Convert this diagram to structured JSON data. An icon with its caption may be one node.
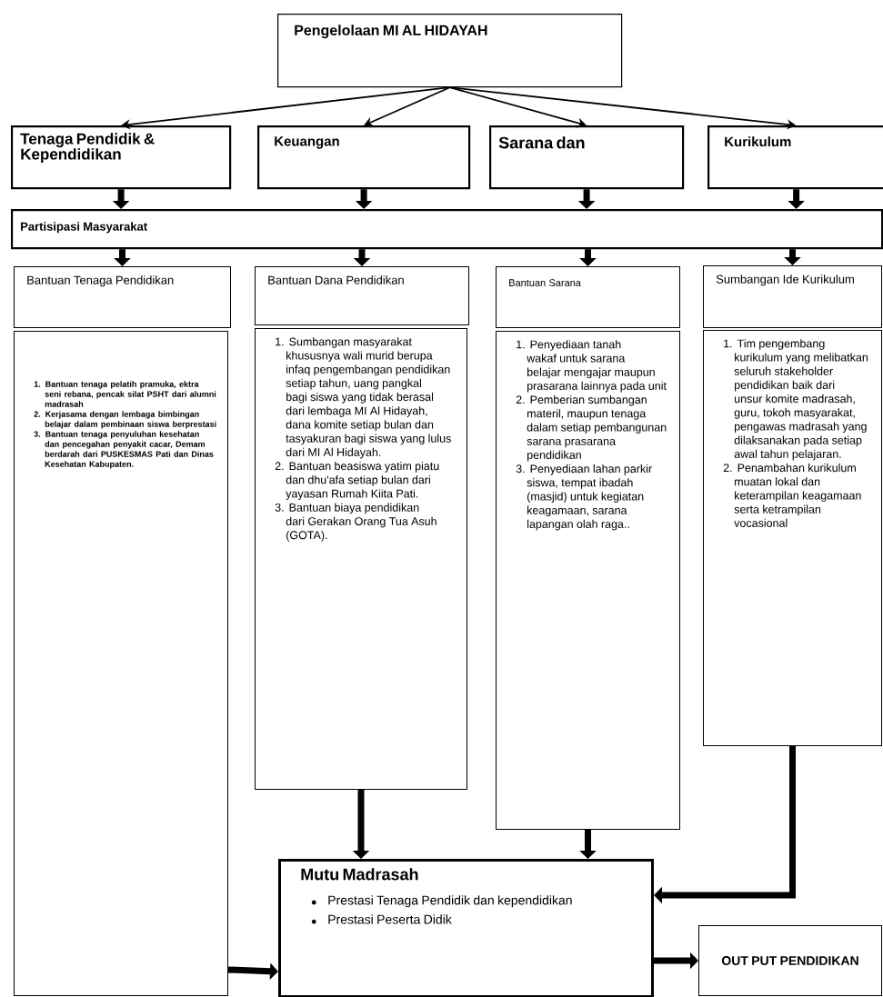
{
  "diagram": {
    "nodes": [
      {
        "text": [
          "Pengelolaan MI AL HIDAYAH"
        ]
      },
      {
        "text": [
          "Tenaga Pendidik & Kependidikan"
        ]
      },
      {
        "text": [
          "Keuangan"
        ]
      },
      {
        "text": [
          "Sarana dan"
        ]
      },
      {
        "text": [
          "Kurikulum"
        ]
      },
      {
        "text": [
          "Partisipasi Masyarakat"
        ]
      },
      {
        "text": [
          "Bantuan Tenaga Pendidikan"
        ]
      },
      {
        "text": [
          "1. Bantuan tenaga pelatih pramuka, ektra seni rebana, pencak silat PSHT dari alumni madrasah",
          "2. Kerjasama dengan lembaga bimbingan belajar dalam pembinaan siswa berprestasi",
          "3. Bantuan tenaga penyuluhan kesehatan dan pencegahan penyakit cacar, Demam berdarah dari PUSKESMAS Pati dan Dinas Kesehatan Kabupaten."
        ]
      },
      {
        "text": [
          "Bantuan Dana Pendidikan"
        ]
      },
      {
        "text": [
          "1. Sumbangan masyarakat khususnya wali murid berupa infaq pengembangan pendidikan setiap tahun, uang pangkal bagi siswa yang tidak berasal dari lembaga MI Al Hidayah, dana komite setiap bulan dan tasyakuran bagi siswa yang lulus dari MI Al Hidayah.",
          "2. Bantuan beasiswa yatim piatu dan dhu'afa setiap bulan dari yayasan Rumah Kiita Pati.",
          "3. Bantuan biaya pendidikan dari Gerakan Orang Tua Asuh (GOTA)."
        ]
      },
      {
        "text": [
          "Bantuan Sarana"
        ]
      },
      {
        "text": [
          "1. Penyediaan tanah wakaf untuk sarana belajar mengajar maupun prasarana lainnya pada unit",
          "2. Pemberian sumbangan materil, maupun tenaga dalam setiap pembangunan sarana prasarana pendidikan",
          "3. Penyediaan lahan parkir siswa, tempat ibadah (masjid) untuk kegiatan keagamaan, sarana lapangan olah raga.."
        ]
      },
      {
        "text": [
          "Sumbangan Ide Kurikulum"
        ]
      },
      {
        "text": [
          "1. Tim pengembang kurikulum yang melibatkan seluruh stakeholder pendidikan baik dari unsur komite madrasah, guru, tokoh masyarakat, pengawas madrasah yang dilaksanakan pada setiap awal tahun pelajaran.",
          "2. Penambahan kurikulum muatan lokal dan keterampilan keagamaan serta ketrampilan vocasional"
        ]
      },
      {
        "text": [
          "Mutu Madrasah",
          "Prestasi Tenaga Pendidik dan kependidikan",
          "Prestasi Peserta Didik"
        ]
      },
      {
        "text": [
          "OUT PUT PENDIDIKAN"
        ]
      }
    ],
    "edges": [
      {
        "from": 0,
        "to": 1,
        "arrow": "to"
      },
      {
        "from": 0,
        "to": 2,
        "arrow": "to"
      },
      {
        "from": 0,
        "to": 3,
        "arrow": "to"
      },
      {
        "from": 0,
        "to": 4,
        "arrow": "to"
      },
      {
        "from": 1,
        "to": 5,
        "arrow": "to"
      },
      {
        "from": 2,
        "to": 5,
        "arrow": "to"
      },
      {
        "from": 3,
        "to": 5,
        "arrow": "to"
      },
      {
        "from": 4,
        "to": 5,
        "arrow": "to"
      },
      {
        "from": 5,
        "to": 6,
        "arrow": "to"
      },
      {
        "from": 5,
        "to": 8,
        "arrow": "to"
      },
      {
        "from": 5,
        "to": 10,
        "arrow": "to"
      },
      {
        "from": 5,
        "to": 12,
        "arrow": "to"
      },
      {
        "from": 9,
        "to": 14,
        "arrow": "to"
      },
      {
        "from": 11,
        "to": 14,
        "arrow": "to"
      },
      {
        "from": 13,
        "to": 14,
        "arrow": "to"
      },
      {
        "from": 7,
        "to": 14,
        "arrow": "to"
      },
      {
        "from": 14,
        "to": 15,
        "arrow": "to"
      }
    ]
  }
}
